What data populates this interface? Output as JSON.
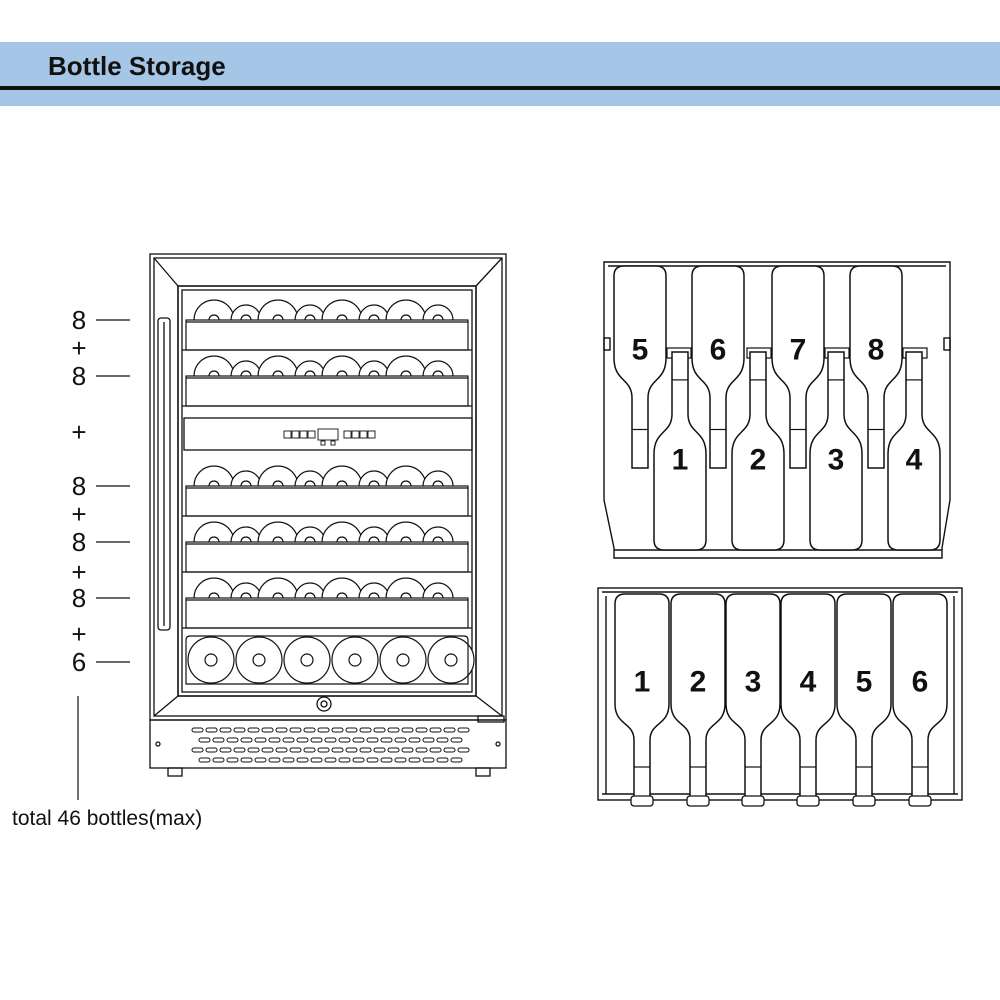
{
  "header": {
    "title": "Bottle Storage"
  },
  "colors": {
    "header_bg": "#a5c6e6",
    "line": "#111111"
  },
  "shelf_counts": {
    "rows": [
      {
        "count": "8",
        "plus_after": "+"
      },
      {
        "count": "8",
        "plus_after": "+"
      },
      {
        "count": "8",
        "plus_after": "+"
      },
      {
        "count": "8",
        "plus_after": "+"
      },
      {
        "count": "8",
        "plus_after": "+"
      },
      {
        "count": "6",
        "plus_after": ""
      }
    ],
    "middle_plus": "+",
    "total": "total 46 bottles(max)"
  },
  "top_view": {
    "back_row": [
      "5",
      "6",
      "7",
      "8"
    ],
    "front_row": [
      "1",
      "2",
      "3",
      "4"
    ]
  },
  "bottom_view": {
    "row": [
      "1",
      "2",
      "3",
      "4",
      "5",
      "6"
    ]
  }
}
